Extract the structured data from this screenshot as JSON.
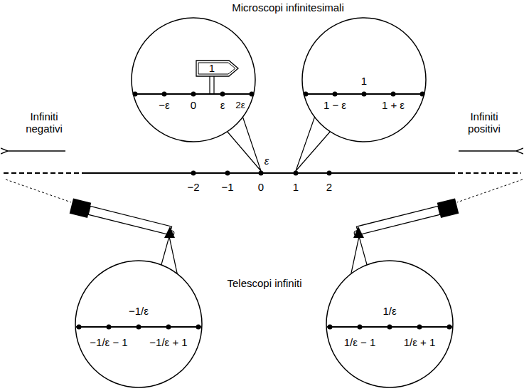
{
  "diagram": {
    "title": "Microscopi infinitesimali",
    "nodes": [
      {
        "text": [
          "1",
          "−ε",
          "0",
          "ε",
          "2ε"
        ]
      },
      {
        "text": [
          "1",
          "1 − ε",
          "1 + ε"
        ]
      },
      {
        "text": [
          "−1/ε",
          "−1/ε − 1",
          "−1/ε + 1"
        ]
      },
      {
        "text": [
          "1/ε",
          "1/ε − 1",
          "1/ε + 1"
        ]
      }
    ],
    "labels": [
      "Infiniti negativi",
      "Infiniti positivi",
      "ε",
      "−2",
      "−1",
      "0",
      "1",
      "2",
      "Telescopi infiniti"
    ]
  }
}
